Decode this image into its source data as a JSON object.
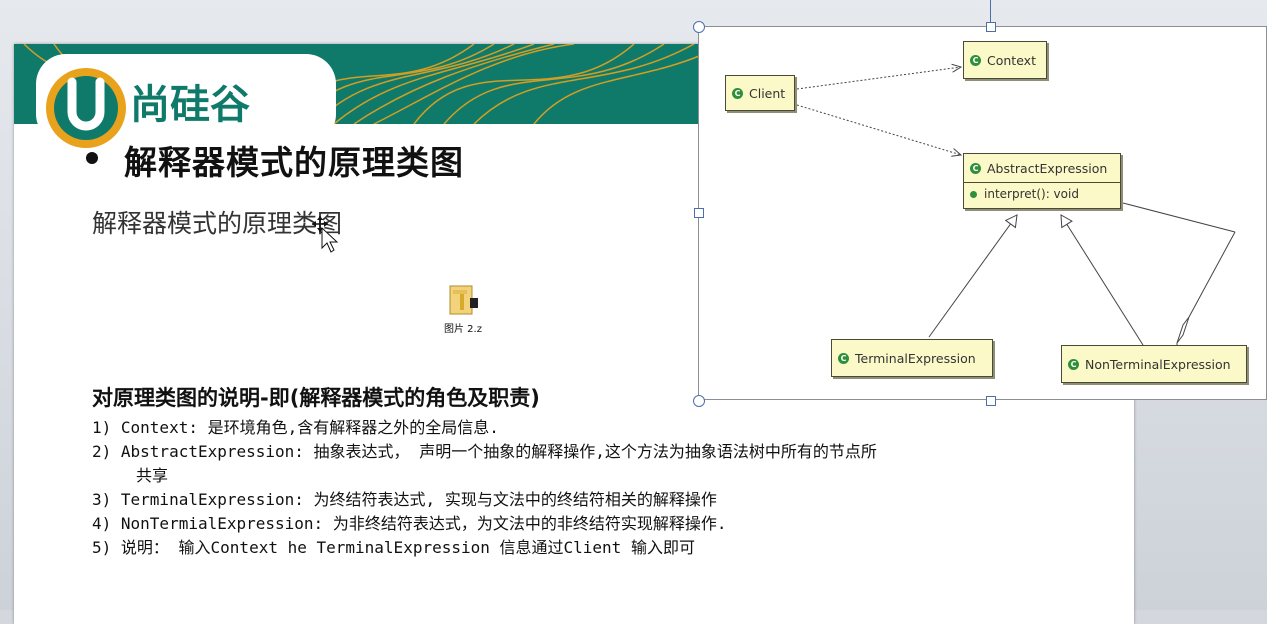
{
  "slide": {
    "logo_text": "尚硅谷",
    "logo_letter": "U",
    "title": "解释器模式的原理类图",
    "subtitle": "解释器模式的原理类图",
    "file_label": "图片 2.z",
    "heading": "对原理类图的说明-即(解释器模式的角色及职责)",
    "lines": [
      "1) Context: 是环境角色,含有解释器之外的全局信息.",
      "2) AbstractExpression: 抽象表达式， 声明一个抽象的解释操作,这个方法为抽象语法树中所有的节点所",
      "共享",
      "3) TerminalExpression: 为终结符表达式, 实现与文法中的终结符相关的解释操作",
      "4) NonTermialExpression: 为非终结符表达式，为文法中的非终结符实现解释操作.",
      "5) 说明： 输入Context he TerminalExpression 信息通过Client 输入即可"
    ]
  },
  "diagram": {
    "classes": {
      "client": "Client",
      "context": "Context",
      "abstract": "AbstractExpression",
      "abstract_op": "interpret(): void",
      "terminal": "TerminalExpression",
      "nonterminal": "NonTerminalExpression"
    },
    "class_icon": "C"
  },
  "colors": {
    "banner_teal": "#0f7a6a",
    "banner_orange": "#e8a21c",
    "uml_fill": "#fcf9c9",
    "uml_icon": "#2f8f3a",
    "selection_handle": "#4d6fa8"
  },
  "icons": [
    "logo-u-icon",
    "folder-zip-icon",
    "move-cursor-icon",
    "class-icon",
    "method-icon"
  ]
}
